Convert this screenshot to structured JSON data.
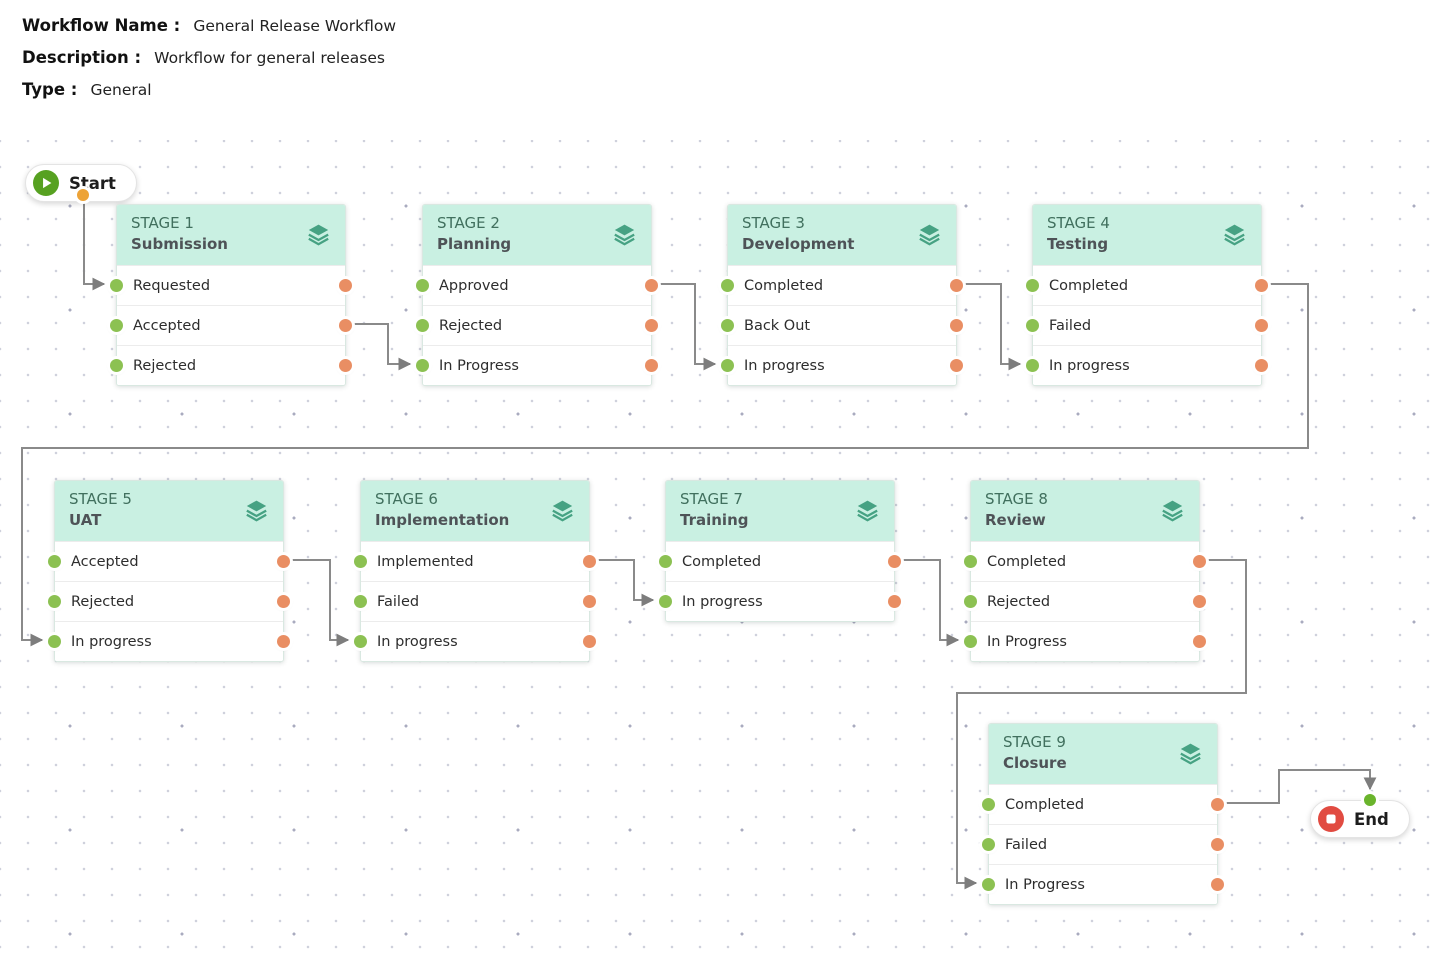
{
  "header": {
    "fields": [
      {
        "label": "Workflow Name :",
        "value": "General Release Workflow"
      },
      {
        "label": "Description :",
        "value": "Workflow for general releases"
      },
      {
        "label": "Type :",
        "value": "General"
      }
    ]
  },
  "canvas": {
    "start_label": "Start",
    "end_label": "End"
  },
  "stages": [
    {
      "stage_label": "STAGE 1",
      "name": "Submission",
      "statuses": [
        "Requested",
        "Accepted",
        "Rejected"
      ]
    },
    {
      "stage_label": "STAGE 2",
      "name": "Planning",
      "statuses": [
        "Approved",
        "Rejected",
        "In Progress"
      ]
    },
    {
      "stage_label": "STAGE 3",
      "name": "Development",
      "statuses": [
        "Completed",
        "Back Out",
        "In progress"
      ]
    },
    {
      "stage_label": "STAGE 4",
      "name": "Testing",
      "statuses": [
        "Completed",
        "Failed",
        "In progress"
      ]
    },
    {
      "stage_label": "STAGE 5",
      "name": "UAT",
      "statuses": [
        "Accepted",
        "Rejected",
        "In progress"
      ]
    },
    {
      "stage_label": "STAGE 6",
      "name": "Implementation",
      "statuses": [
        "Implemented",
        "Failed",
        "In progress"
      ]
    },
    {
      "stage_label": "STAGE 7",
      "name": "Training",
      "statuses": [
        "Completed",
        "In progress"
      ]
    },
    {
      "stage_label": "STAGE 8",
      "name": "Review",
      "statuses": [
        "Completed",
        "Rejected",
        "In Progress"
      ]
    },
    {
      "stage_label": "STAGE 9",
      "name": "Closure",
      "statuses": [
        "Completed",
        "Failed",
        "In Progress"
      ]
    }
  ],
  "connections": [
    {
      "from": "Start",
      "to": "STAGE 1 / Requested"
    },
    {
      "from": "STAGE 1 / Accepted",
      "to": "STAGE 2 / In Progress"
    },
    {
      "from": "STAGE 2 / Approved",
      "to": "STAGE 3 / In progress"
    },
    {
      "from": "STAGE 3 / Completed",
      "to": "STAGE 4 / In progress"
    },
    {
      "from": "STAGE 4 / Completed",
      "to": "STAGE 5 / In progress"
    },
    {
      "from": "STAGE 5 / Accepted",
      "to": "STAGE 6 / In progress"
    },
    {
      "from": "STAGE 6 / Implemented",
      "to": "STAGE 7 / In progress"
    },
    {
      "from": "STAGE 7 / Completed",
      "to": "STAGE 8 / In Progress"
    },
    {
      "from": "STAGE 8 / Completed",
      "to": "STAGE 9 / In Progress"
    },
    {
      "from": "STAGE 9 / Completed",
      "to": "End"
    }
  ],
  "icons": {
    "start_icon": "play-circle",
    "end_icon": "stop-circle",
    "stage_icon": "layers"
  },
  "colors": {
    "stage_header_bg": "#c9f0e2",
    "stage_label_text": "#41705e",
    "stage_name_text": "#4e5357",
    "status_text": "#2d2d2d",
    "input_port": "#8cc152",
    "output_port": "#e98e63",
    "connector": "#8a8a8a",
    "start_icon": "#57a121",
    "start_out_port": "#eda337",
    "end_icon": "#e14b41",
    "end_in_port": "#6ab42c",
    "layers_icon": "#46a283"
  }
}
